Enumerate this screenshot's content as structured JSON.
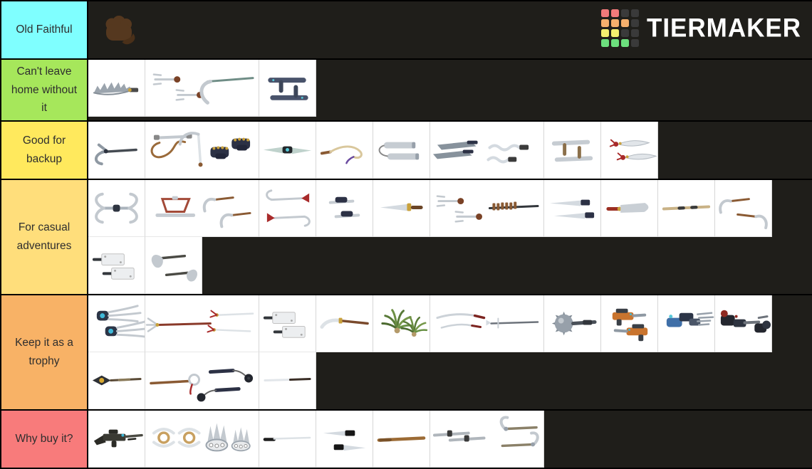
{
  "logo": {
    "text": "TIERMAKER",
    "grid_colors": [
      "#F17A7A",
      "#F17A7A",
      "#3A3A3A",
      "#3A3A3A",
      "#F5AF6D",
      "#F5AF6D",
      "#F5AF6D",
      "#3A3A3A",
      "#F4EF6F",
      "#F4EF6F",
      "#3A3A3A",
      "#3A3A3A",
      "#6CDF7D",
      "#6CDF7D",
      "#6CDF7D",
      "#3A3A3A"
    ]
  },
  "colors": {
    "background": "#1F1E1A",
    "cell_background": "#FFFFFF",
    "cell_border": "#D6D6D6",
    "divider": "#000000",
    "label_text": "#2E2E2E"
  },
  "tiers": [
    {
      "label": "Old Faithful",
      "color": "#7FFFFF",
      "rows": [
        [
          {
            "name": "bare-fist",
            "glyph": "fist",
            "w": 1,
            "dark": true
          }
        ]
      ]
    },
    {
      "label": "Can't leave home without it",
      "color": "#A6E75B",
      "rows": [
        [
          {
            "name": "serrated-scimitar",
            "glyph": "serrated",
            "w": 1
          },
          {
            "name": "twin-sais-and-scythe",
            "glyph": "saiScythe",
            "w": 2
          },
          {
            "name": "dark-tonfa-pair",
            "glyph": "tonfaDark",
            "w": 1
          }
        ]
      ]
    },
    {
      "label": "Good for backup",
      "color": "#FFE95D",
      "rows": [
        [
          {
            "name": "grappling-pick",
            "glyph": "hookPick",
            "w": 1
          },
          {
            "name": "kusarigama-and-gauntlets",
            "glyph": "kusari",
            "w": 2
          },
          {
            "name": "double-ended-dagger",
            "glyph": "dblBlade",
            "w": 1
          },
          {
            "name": "whip-sword",
            "glyph": "whip",
            "w": 1
          },
          {
            "name": "steel-nunchaku",
            "glyph": "nunch",
            "w": 1
          },
          {
            "name": "machetes-and-kris-daggers",
            "glyph": "machKris",
            "w": 2
          },
          {
            "name": "steel-tonfa-pair",
            "glyph": "tonfaSil",
            "w": 1
          },
          {
            "name": "butterfly-swords",
            "glyph": "bfly",
            "w": 1
          }
        ]
      ]
    },
    {
      "label": "For casual adventures",
      "color": "#FFDE7B",
      "rows": [
        [
          {
            "name": "double-anchor-hooks",
            "glyph": "anchor",
            "w": 1
          },
          {
            "name": "frame-weapon-and-kamas",
            "glyph": "frameKama",
            "w": 2
          },
          {
            "name": "hook-swords",
            "glyph": "hookSwordsR",
            "w": 1
          },
          {
            "name": "push-daggers",
            "glyph": "pushDag",
            "w": 1
          },
          {
            "name": "short-sword",
            "glyph": "shortSword",
            "w": 1
          },
          {
            "name": "sais-and-wrapped-staff",
            "glyph": "saiStaff",
            "w": 2
          },
          {
            "name": "paired-short-swords",
            "glyph": "dualBlades",
            "w": 1
          },
          {
            "name": "red-handled-machete",
            "glyph": "redMach",
            "w": 1
          },
          {
            "name": "bo-staff",
            "glyph": "staffBo",
            "w": 1
          },
          {
            "name": "paired-sickles",
            "glyph": "dualSickles",
            "w": 1
          }
        ],
        [
          {
            "name": "paired-cleavers",
            "glyph": "cleavers",
            "w": 1
          },
          {
            "name": "paired-hatchets",
            "glyph": "axes",
            "w": 1
          }
        ]
      ]
    },
    {
      "label": "Keep it as a trophy",
      "color": "#F8B266",
      "rows": [
        [
          {
            "name": "claw-gauntlets",
            "glyph": "claws",
            "w": 1
          },
          {
            "name": "trident-and-jian-swords",
            "glyph": "tridentSwords",
            "w": 2
          },
          {
            "name": "white-cleavers",
            "glyph": "cleavers",
            "w": 1
          },
          {
            "name": "naginata",
            "glyph": "naginata",
            "w": 1
          },
          {
            "name": "agave-plants",
            "glyph": "plant",
            "w": 1
          },
          {
            "name": "katanas-and-spear",
            "glyph": "katanaSpear",
            "w": 2
          },
          {
            "name": "morning-star-mace",
            "glyph": "mace",
            "w": 1
          },
          {
            "name": "orange-pistols",
            "glyph": "guns",
            "w": 1
          },
          {
            "name": "blue-tech-gauntlet",
            "glyph": "techBlue",
            "w": 1
          },
          {
            "name": "dark-tech-gauntlets",
            "glyph": "techDark",
            "w": 1
          }
        ],
        [
          {
            "name": "diamond-head-spear",
            "glyph": "spearDiamond",
            "w": 1
          },
          {
            "name": "ring-staff-and-flails",
            "glyph": "staffFlails",
            "w": 2
          },
          {
            "name": "slim-blade",
            "glyph": "thinBlade",
            "w": 1
          }
        ]
      ]
    },
    {
      "label": "Why buy it?",
      "color": "#F87B7B",
      "rows": [
        [
          {
            "name": "laser-rifle",
            "glyph": "rifle",
            "w": 1
          },
          {
            "name": "chakrams-and-spiked-knuckles",
            "glyph": "ringsKnuckles",
            "w": 2
          },
          {
            "name": "rod-sword",
            "glyph": "rodSword",
            "w": 1
          },
          {
            "name": "paired-knives",
            "glyph": "knifePair",
            "w": 1
          },
          {
            "name": "wooden-rod",
            "glyph": "brownRod",
            "w": 1
          },
          {
            "name": "sectioned-staff-and-war-picks",
            "glyph": "staffHammers",
            "w": 2
          }
        ]
      ]
    }
  ]
}
